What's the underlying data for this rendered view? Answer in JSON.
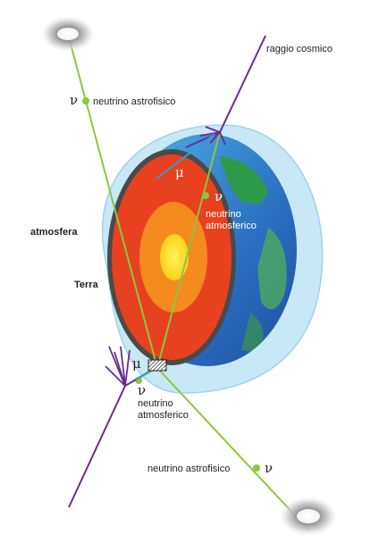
{
  "labels": {
    "cosmic_ray": "raggio cosmico",
    "astro_neutrino_top": "neutrino astrofisico",
    "astro_neutrino_bottom": "neutrino astrofisico",
    "atm_neutrino_top_1": "neutrino",
    "atm_neutrino_top_2": "atmosferico",
    "atm_neutrino_bottom_1": "neutrino",
    "atm_neutrino_bottom_2": "atmosferico",
    "atmosphere": "atmosfera",
    "earth": "Terra",
    "nu_symbol": "ν",
    "mu_symbol": "μ"
  },
  "colors": {
    "neutrino_track": "#8dc63f",
    "cosmic_ray_track": "#6a2c91",
    "muon_track": "#2b9fd8",
    "atmosphere": "#bfe4f5",
    "atmosphere_edge": "#8fcbe8",
    "crust": "#4a4a4a",
    "mantle": "#e8411f",
    "outer_core": "#f58a1f",
    "inner_core": "#ffe21a",
    "ocean": "#2b6fc2",
    "land": "#3a9e5b"
  },
  "icons": [
    "galaxy-icon",
    "detector-icon"
  ]
}
